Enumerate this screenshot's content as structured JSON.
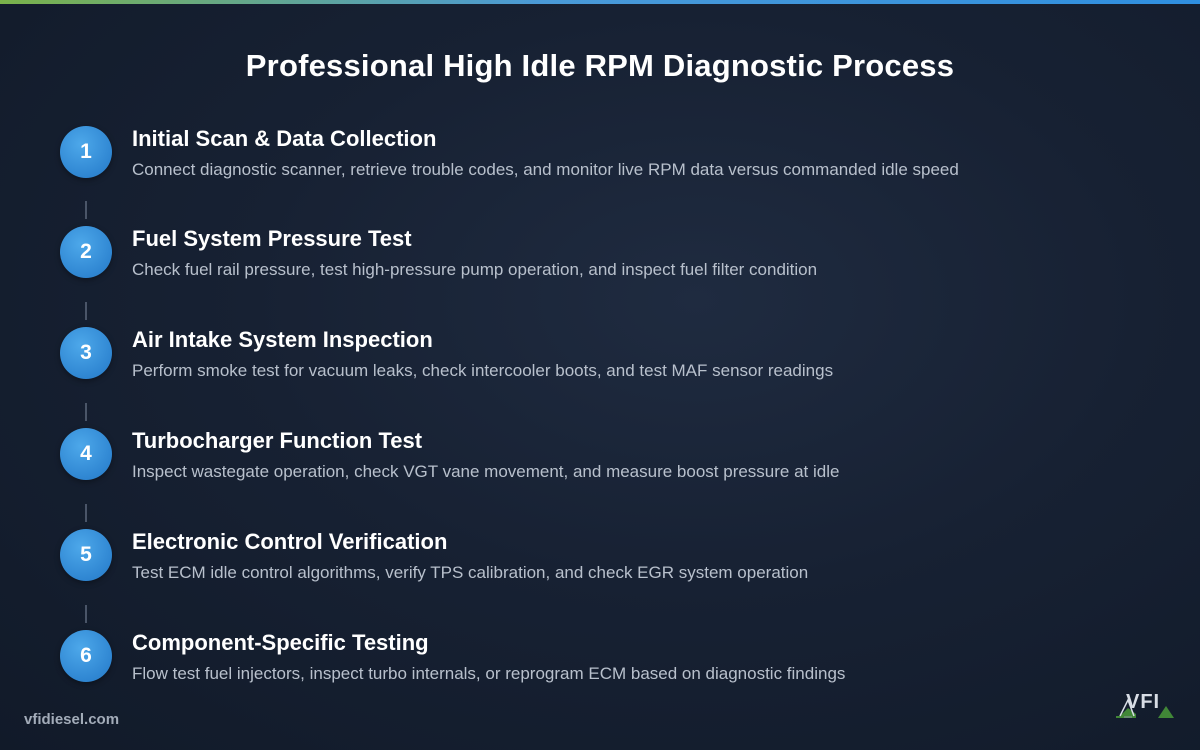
{
  "title": "Professional High Idle RPM Diagnostic Process",
  "steps": [
    {
      "number": "1",
      "title": "Initial Scan & Data Collection",
      "description": "Connect diagnostic scanner, retrieve trouble codes, and monitor live RPM data versus commanded idle speed"
    },
    {
      "number": "2",
      "title": "Fuel System Pressure Test",
      "description": "Check fuel rail pressure, test high-pressure pump operation, and inspect fuel filter condition"
    },
    {
      "number": "3",
      "title": "Air Intake System Inspection",
      "description": "Perform smoke test for vacuum leaks, check intercooler boots, and test MAF sensor readings"
    },
    {
      "number": "4",
      "title": "Turbocharger Function Test",
      "description": "Inspect wastegate operation, check VGT vane movement, and measure boost pressure at idle"
    },
    {
      "number": "5",
      "title": "Electronic Control Verification",
      "description": "Test ECM idle control algorithms, verify TPS calibration, and check EGR system operation"
    },
    {
      "number": "6",
      "title": "Component-Specific Testing",
      "description": "Flow test fuel injectors, inspect turbo internals, or reprogram ECM based on diagnostic findings"
    }
  ],
  "footer": {
    "website": "vfidiesel.com",
    "logo_text": "VFI"
  },
  "colors": {
    "accent": "#2f86d2",
    "background": "#172133",
    "description_text": "#b8c0cc"
  }
}
